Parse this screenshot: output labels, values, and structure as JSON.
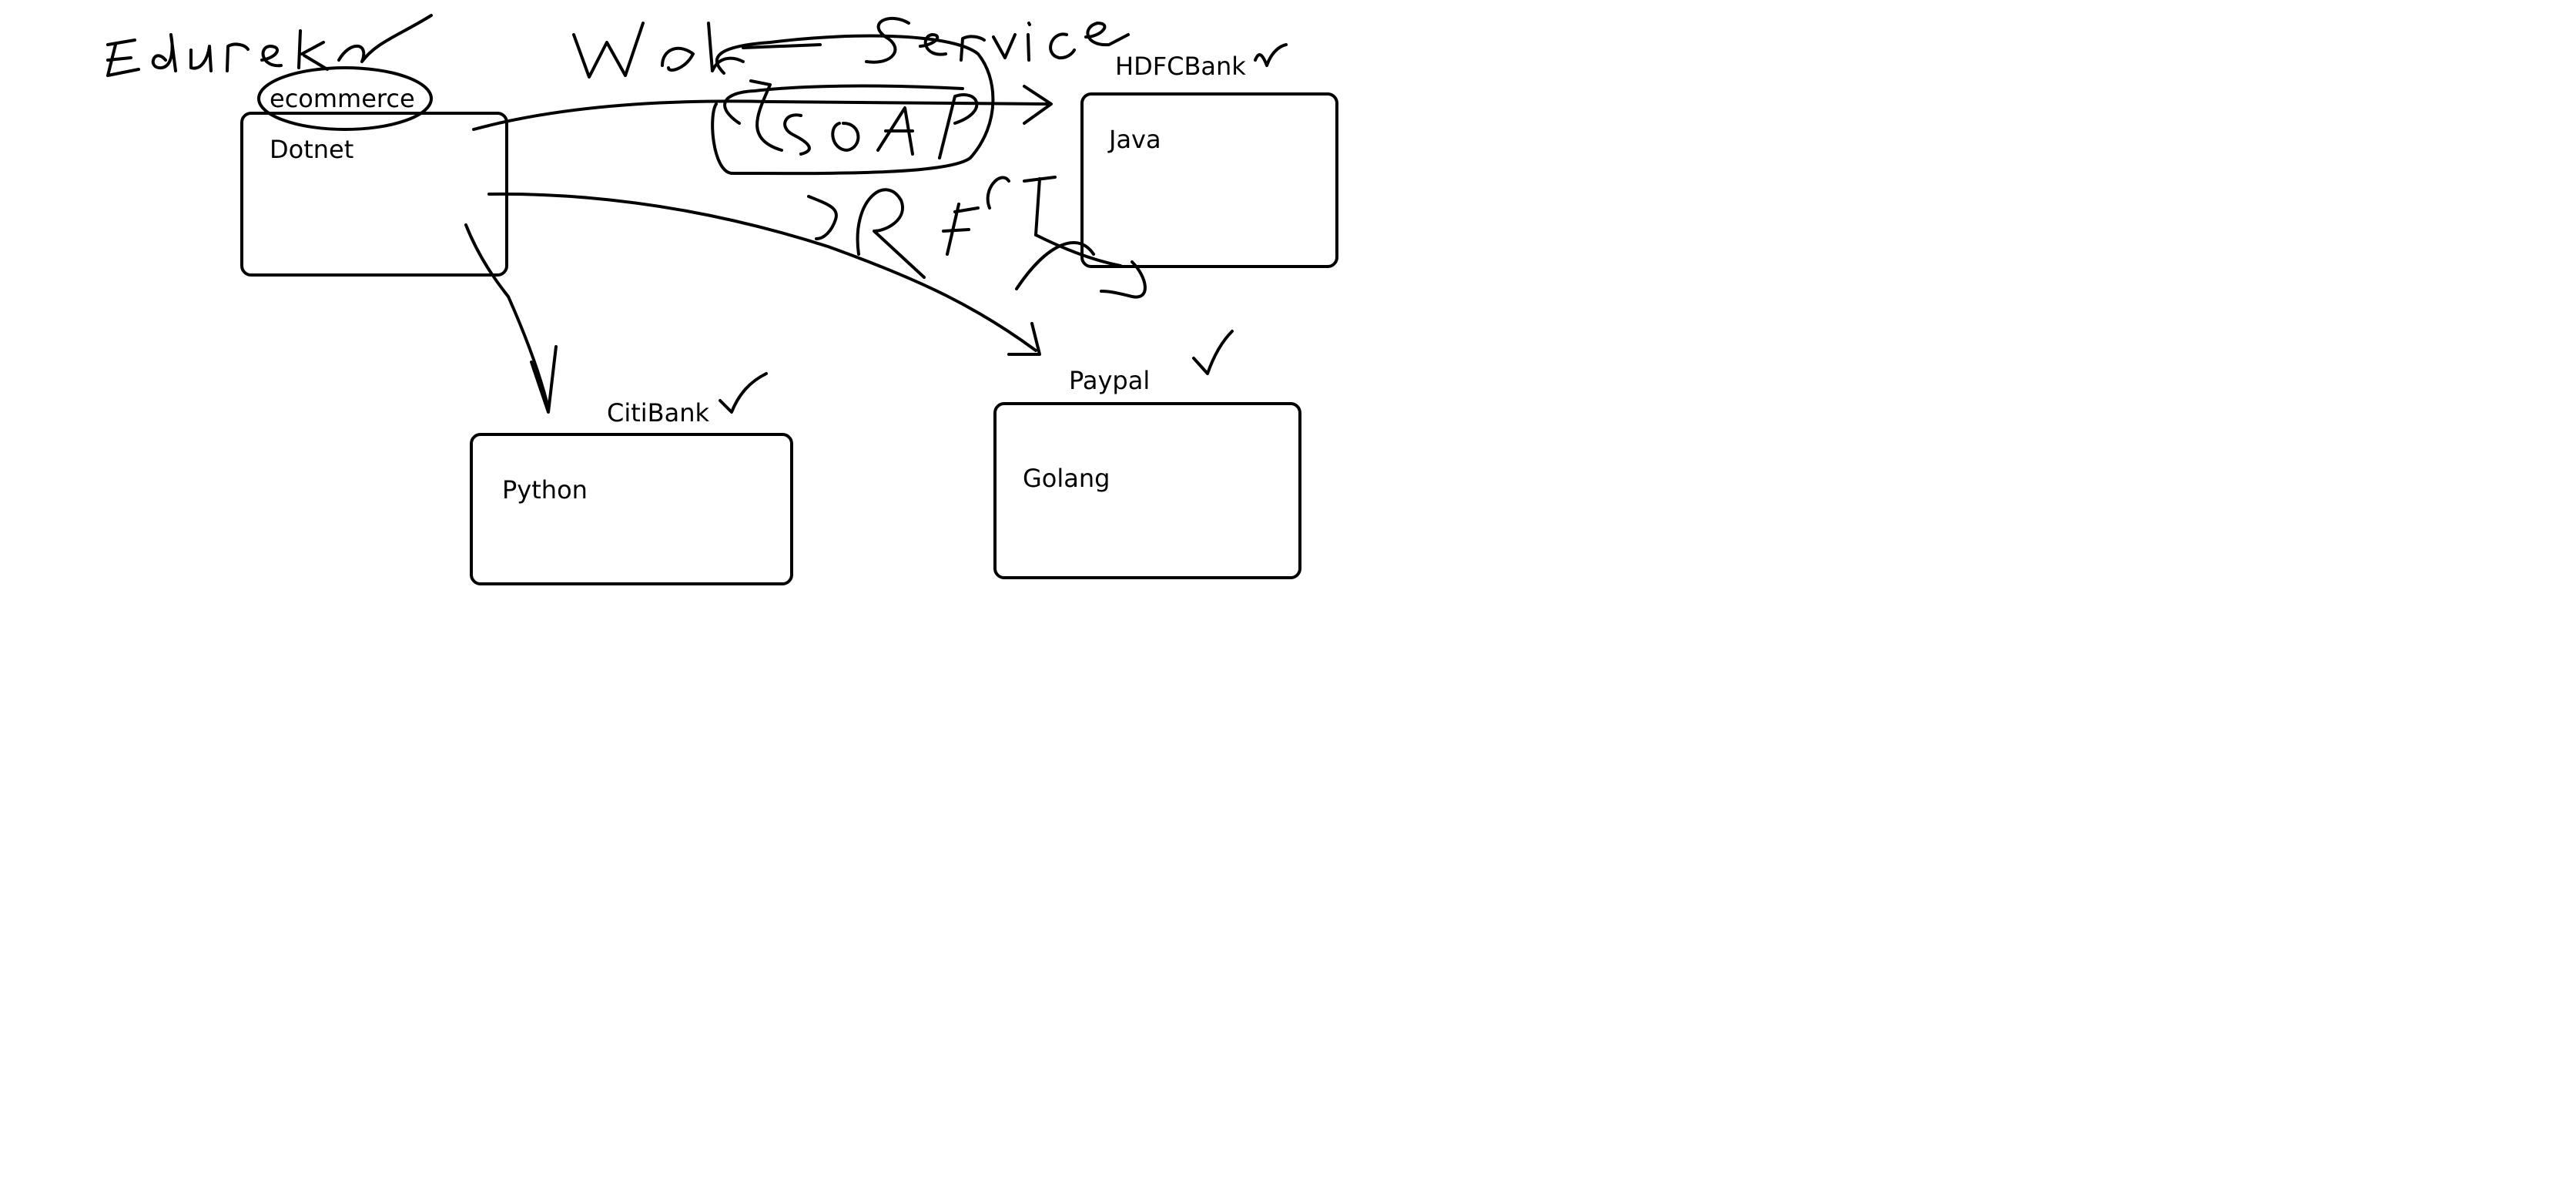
{
  "diagram": {
    "nodes": [
      {
        "id": "dotnet",
        "header": "ecommerce",
        "body": "Dotnet"
      },
      {
        "id": "java",
        "header": "HDFCBank",
        "body": "Java"
      },
      {
        "id": "python",
        "header": "CitiBank",
        "body": "Python"
      },
      {
        "id": "golang",
        "header": "Paypal",
        "body": "Golang"
      }
    ],
    "edges": [
      {
        "from": "dotnet",
        "to": "java"
      },
      {
        "from": "dotnet",
        "to": "golang"
      },
      {
        "from": "dotnet",
        "to": "python"
      }
    ],
    "handwritten": [
      "Edureka",
      "Web Service",
      "SOAP",
      "REST"
    ]
  }
}
